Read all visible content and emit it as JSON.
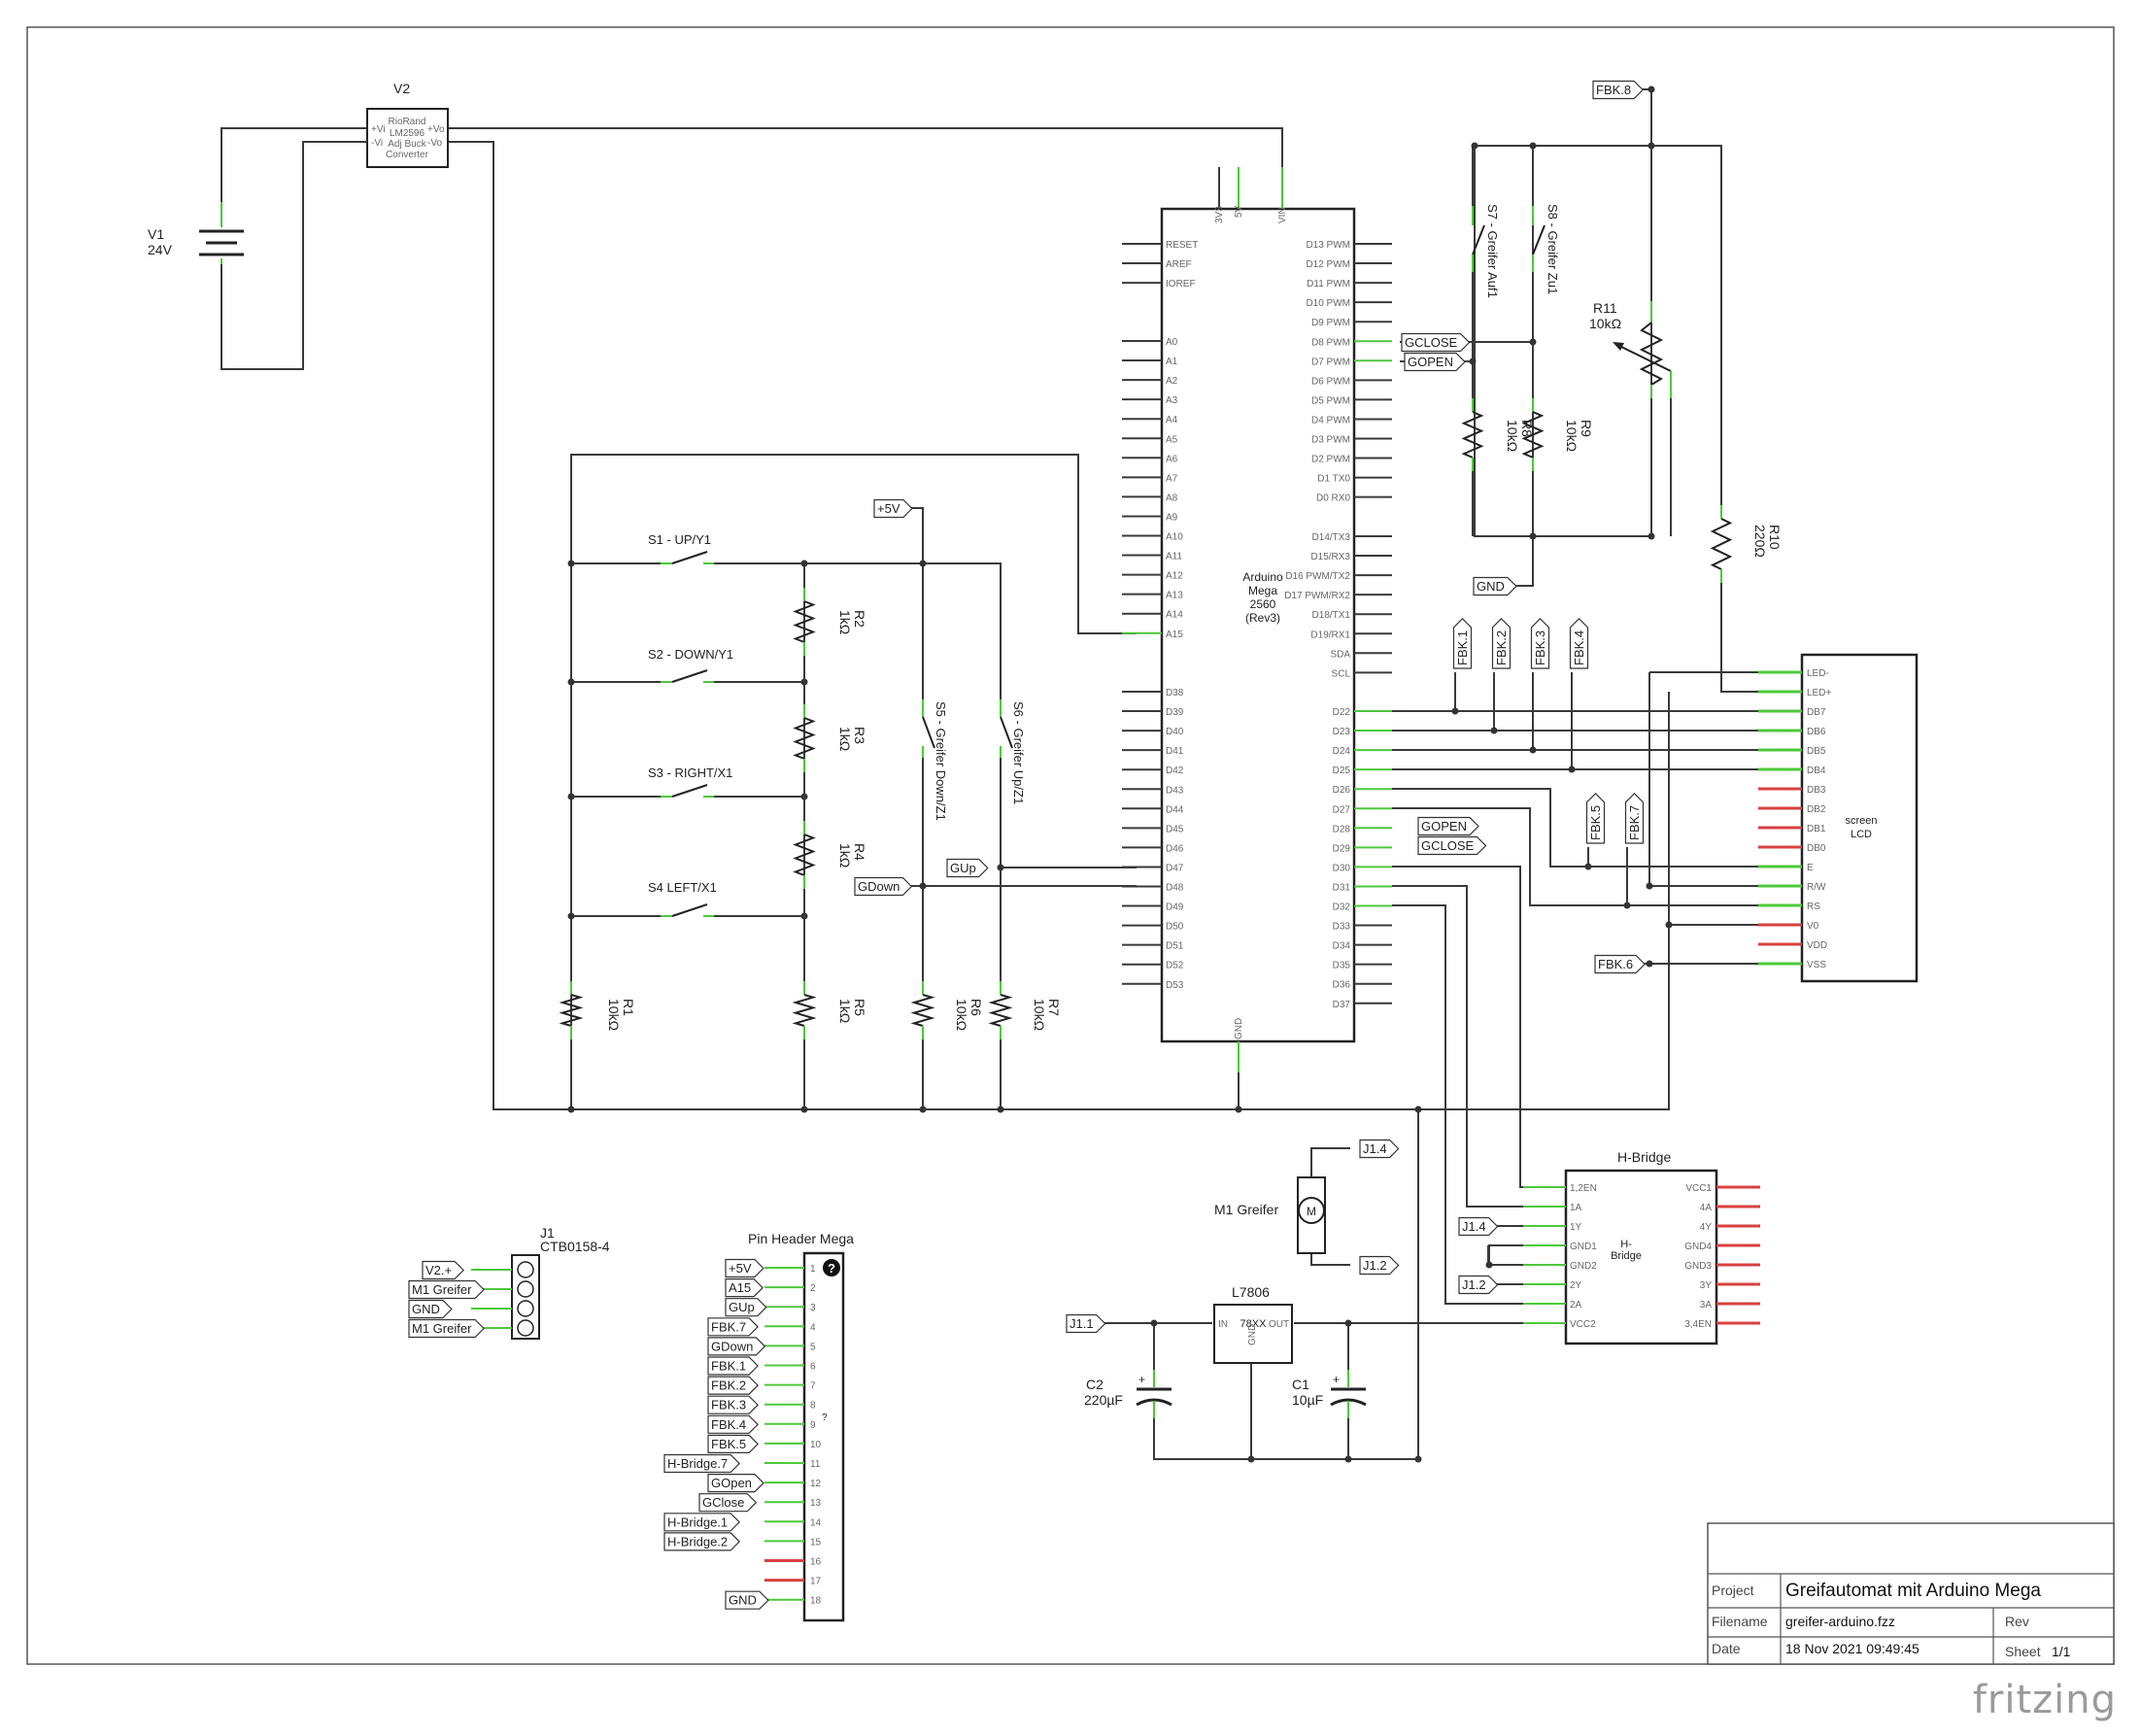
{
  "title_block": {
    "project_label": "Project",
    "project_value": "Greifautomat mit Arduino Mega",
    "filename_label": "Filename",
    "filename_value": "greifer-arduino.fzz",
    "rev_label": "Rev",
    "date_label": "Date",
    "date_value": "18 Nov 2021 09:49:45",
    "sheet_label": "Sheet",
    "sheet_value": "1/1"
  },
  "logo": "fritzing",
  "components": {
    "v1": {
      "name": "V1",
      "value": "24V"
    },
    "v2": {
      "name": "V2",
      "line1": "RioRand",
      "line2": "LM2596",
      "line3": "Adj Buck",
      "line4": "Converter",
      "pin_vi1": "+Vi",
      "pin_vi2": "-Vi",
      "pin_vo1": "+Vo",
      "pin_vo2": "-Vo"
    },
    "arduino": {
      "line1": "Arduino",
      "line2": "Mega",
      "line3": "2560",
      "line4": "(Rev3)",
      "top_pins": [
        "3V3",
        "5V",
        "VIN"
      ],
      "gnd": "GND",
      "left_pins_a": [
        "RESET",
        "AREF",
        "IOREF"
      ],
      "left_pins_b": [
        "A0",
        "A1",
        "A2",
        "A3",
        "A4",
        "A5",
        "A6",
        "A7",
        "A8",
        "A9",
        "A10",
        "A11",
        "A12",
        "A13",
        "A14",
        "A15"
      ],
      "left_pins_c": [
        "D38",
        "D39",
        "D40",
        "D41",
        "D42",
        "D43",
        "D44",
        "D45",
        "D46",
        "D47",
        "D48",
        "D49",
        "D50",
        "D51",
        "D52",
        "D53"
      ],
      "right_pins_a": [
        "D13 PWM",
        "D12 PWM",
        "D11 PWM",
        "D10 PWM",
        "D9 PWM",
        "D8 PWM",
        "D7 PWM",
        "D6 PWM",
        "D5 PWM",
        "D4 PWM",
        "D3 PWM",
        "D2 PWM",
        "D1 TX0",
        "D0 RX0"
      ],
      "right_pins_b": [
        "D14/TX3",
        "D15/RX3",
        "D16 PWM/TX2",
        "D17 PWM/RX2",
        "D18/TX1",
        "D19/RX1",
        "SDA",
        "SCL"
      ],
      "right_pins_c": [
        "D22",
        "D23",
        "D24",
        "D25",
        "D26",
        "D27",
        "D28",
        "D29",
        "D30",
        "D31",
        "D32",
        "D33",
        "D34",
        "D35",
        "D36",
        "D37"
      ]
    },
    "s1": "S1 - UP/Y1",
    "s2": "S2 - DOWN/Y1",
    "s3": "S3 - RIGHT/X1",
    "s4": "S4 LEFT/X1",
    "s5": "S5 - Greifer Down/Z1",
    "s6": "S6 - Greifer Up/Z1",
    "s7": "S7 - Greifer Auf1",
    "s8": "S8 - Greifer Zu1",
    "r1": {
      "name": "R1",
      "value": "10kΩ"
    },
    "r2": {
      "name": "R2",
      "value": "1kΩ"
    },
    "r3": {
      "name": "R3",
      "value": "1kΩ"
    },
    "r4": {
      "name": "R4",
      "value": "1kΩ"
    },
    "r5": {
      "name": "R5",
      "value": "1kΩ"
    },
    "r6": {
      "name": "R6",
      "value": "10kΩ"
    },
    "r7": {
      "name": "R7",
      "value": "10kΩ"
    },
    "r8": {
      "name": "R8",
      "value": "10kΩ"
    },
    "r9": {
      "name": "R9",
      "value": "10kΩ"
    },
    "r10": {
      "name": "R10",
      "value": "220Ω"
    },
    "r11": {
      "name": "R11",
      "value": "10kΩ"
    },
    "lcd": {
      "title1": "screen",
      "title2": "LCD",
      "pins": [
        "LED-",
        "LED+",
        "DB7",
        "DB6",
        "DB5",
        "DB4",
        "DB3",
        "DB2",
        "DB1",
        "DB0",
        "E",
        "R/W",
        "RS",
        "V0",
        "VDD",
        "VSS"
      ]
    },
    "hbridge": {
      "title": "H-Bridge",
      "body1": "H-",
      "body2": "Bridge",
      "left_pins": [
        "1,2EN",
        "1A",
        "1Y",
        "GND1",
        "GND2",
        "2Y",
        "2A",
        "VCC2"
      ],
      "right_pins": [
        "VCC1",
        "4A",
        "4Y",
        "GND4",
        "GND3",
        "3Y",
        "3A",
        "3,4EN"
      ]
    },
    "m1": {
      "label": "M1 Greifer",
      "symbol": "M"
    },
    "l7806": {
      "name": "L7806",
      "body": "78XX",
      "in": "IN",
      "out": "OUT",
      "gnd": "GND"
    },
    "c1": {
      "name": "C1",
      "value": "10µF"
    },
    "c2": {
      "name": "C2",
      "value": "220µF"
    },
    "j1": {
      "name": "J1",
      "value": "CTB0158-4"
    },
    "pin_header": {
      "title": "Pin Header Mega",
      "mark": "?",
      "side": "?"
    }
  },
  "net_labels": {
    "fbk8": "FBK.8",
    "fbk1": "FBK.1",
    "fbk2": "FBK.2",
    "fbk3": "FBK.3",
    "fbk4": "FBK.4",
    "fbk5": "FBK.5",
    "fbk7": "FBK.7",
    "fbk6": "FBK.6",
    "gclose_top": "GCLOSE",
    "gopen_top": "GOPEN",
    "gnd_r": "GND",
    "plus5v": "+5V",
    "gup": "GUp",
    "gdown": "GDown",
    "gopen_d28": "GOPEN",
    "gclose_d29": "GCLOSE",
    "j14_top": "J1.4",
    "j12_mot": "J1.2",
    "j14_hb": "J1.4",
    "j12_hb": "J1.2",
    "j11": "J1.1",
    "j1_nets": [
      "V2.+",
      "M1 Greifer",
      "GND",
      "M1 Greifer"
    ],
    "header_nets": [
      "+5V",
      "A15",
      "GUp",
      "FBK.7",
      "GDown",
      "FBK.1",
      "FBK.2",
      "FBK.3",
      "FBK.4",
      "FBK.5",
      "H-Bridge.7",
      "GOpen",
      "GClose",
      "H-Bridge.1",
      "H-Bridge.2",
      "",
      "",
      "GND"
    ]
  },
  "colors": {
    "wire": "#3a3a3a",
    "pin_ok": "#4cc93a",
    "pin_open": "#d94040",
    "net_fill": "#ffffff"
  }
}
